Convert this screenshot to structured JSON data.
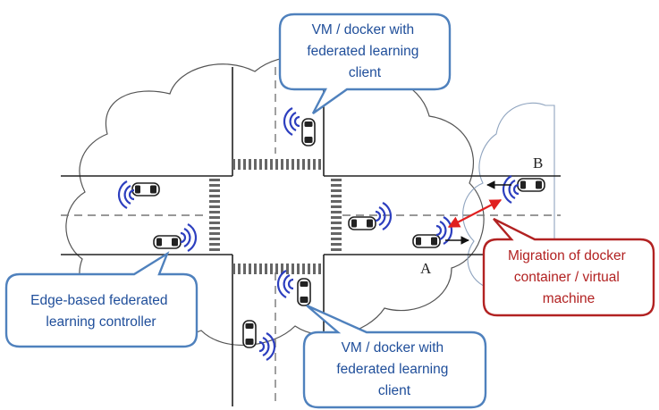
{
  "callouts": {
    "vm_top": {
      "lines": [
        "VM / docker with",
        "federated learning",
        "client"
      ]
    },
    "vm_bottom": {
      "lines": [
        "VM / docker with",
        "federated learning",
        "client"
      ]
    },
    "edge_controller": {
      "lines": [
        "Edge-based federated",
        "learning controller"
      ]
    },
    "migration": {
      "lines": [
        "Migration of docker",
        "container / virtual",
        "machine"
      ]
    }
  },
  "labels": {
    "point_a": "A",
    "point_b": "B"
  },
  "colors": {
    "callout_border_blue": "#4f81bd",
    "callout_text_blue": "#1f4e9a",
    "callout_border_red": "#b22222",
    "callout_text_red": "#b22222",
    "migration_arrow": "#e02020",
    "wifi_signal": "#2d3fbf"
  }
}
